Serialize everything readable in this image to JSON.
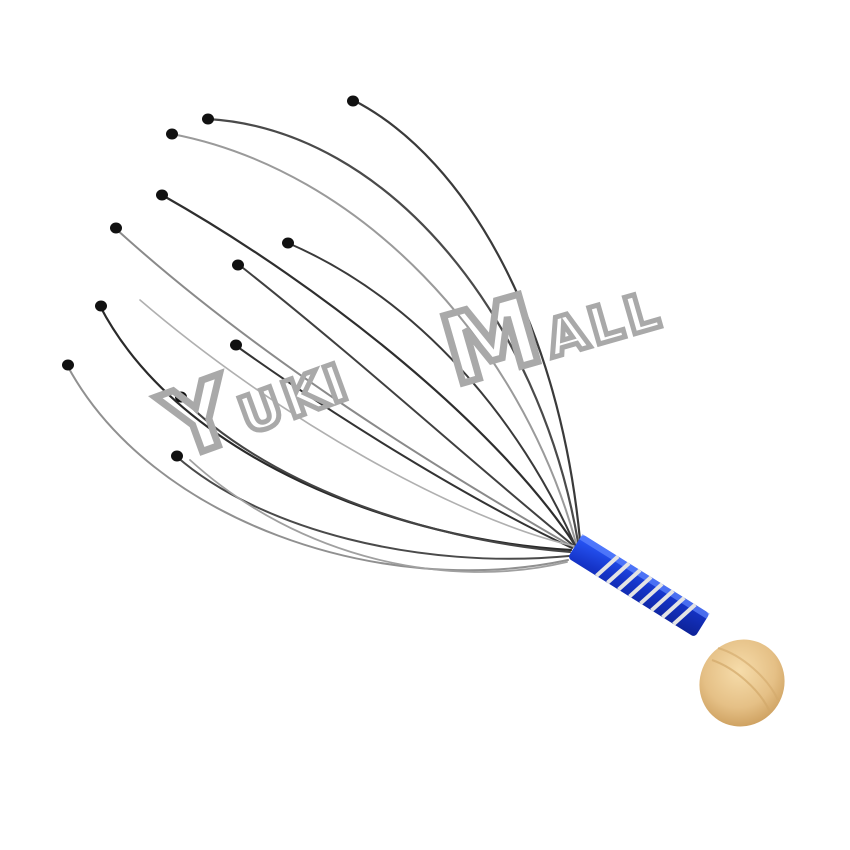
{
  "image": {
    "subject": "Scalp / head massager with metal wire prongs",
    "background_color": "#ffffff"
  },
  "product": {
    "prong_count": 14,
    "prong_tip_color": "#111111",
    "wire_color": "#555555",
    "handle_color": "#1a3fd6",
    "handle_stripe_color": "#dcdcdc",
    "knob_color": "#e6c48a"
  },
  "watermark": {
    "text": "YUKI MALL",
    "word1_initial": "Y",
    "word1_rest": "UKI",
    "word2_initial": "M",
    "word2_rest": "ALL",
    "color": "#a9a9a9"
  }
}
